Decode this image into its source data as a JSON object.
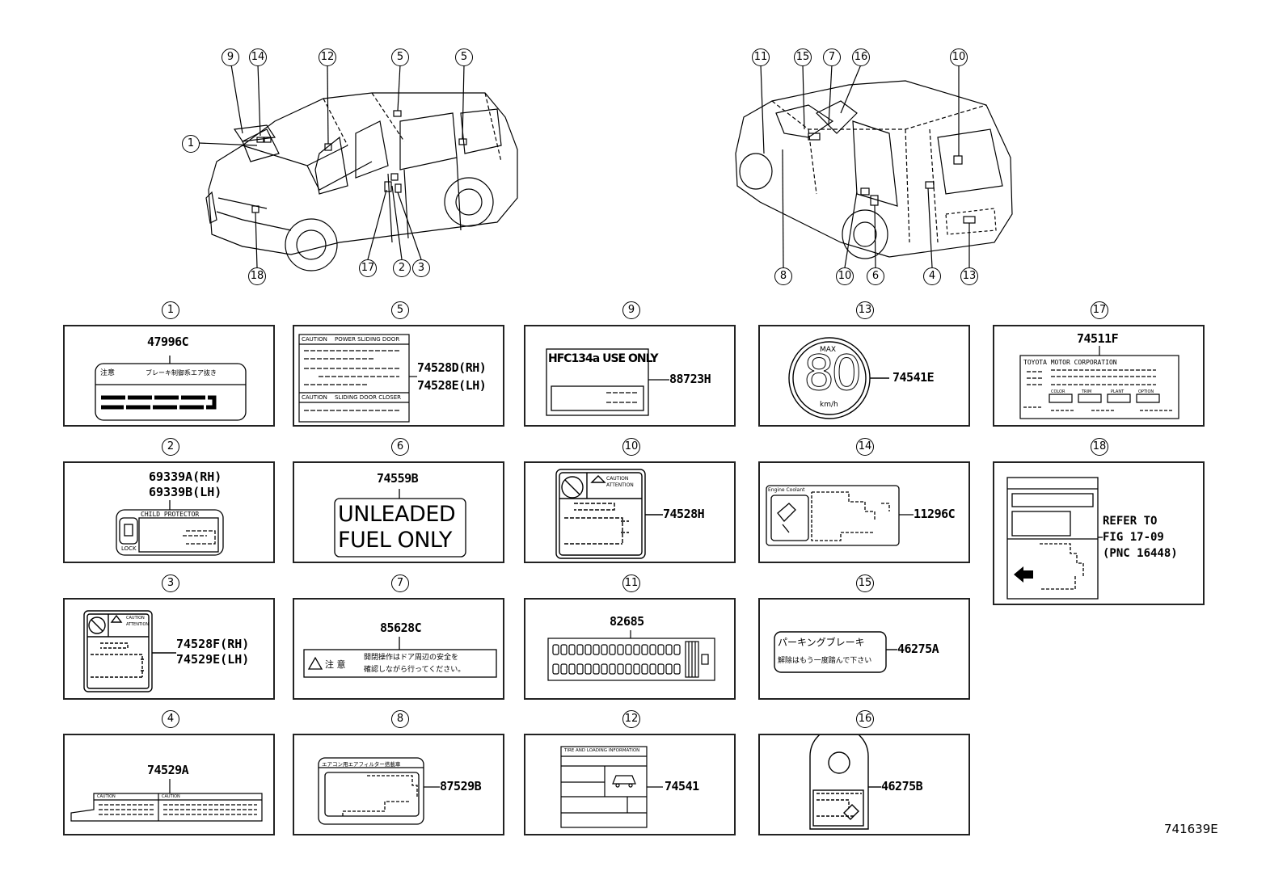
{
  "figure_number": "741639E",
  "van_callouts_left": [
    "9",
    "14",
    "12",
    "5",
    "5",
    "1",
    "18",
    "17",
    "2",
    "3"
  ],
  "van_callouts_right": [
    "11",
    "15",
    "7",
    "16",
    "10",
    "8",
    "10",
    "6",
    "4",
    "13"
  ],
  "panels": [
    {
      "num": "1",
      "parts": [
        "47996C"
      ],
      "texts": [
        "注意",
        "ブレーキ制御系エア抜き"
      ]
    },
    {
      "num": "5",
      "parts": [
        "74528D(RH)",
        "74528E(LH)"
      ],
      "texts": [
        "CAUTION",
        "POWER SLIDING DOOR",
        "CAUTION",
        "SLIDING DOOR CLOSER"
      ]
    },
    {
      "num": "9",
      "parts": [
        "88723H"
      ],
      "texts": [
        "HFC134a USE ONLY"
      ]
    },
    {
      "num": "13",
      "parts": [
        "74541E"
      ],
      "texts": [
        "MAX",
        "80",
        "km/h"
      ]
    },
    {
      "num": "17",
      "parts": [
        "74511F"
      ],
      "texts": [
        "TOYOTA MOTOR CORPORATION",
        "COLOR",
        "TRIM",
        "PLANT",
        "OPTION"
      ]
    },
    {
      "num": "2",
      "parts": [
        "69339A(RH)",
        "69339B(LH)"
      ],
      "texts": [
        "CHILD PROTECTOR",
        "LOCK"
      ]
    },
    {
      "num": "6",
      "parts": [
        "74559B"
      ],
      "texts": [
        "UNLEADED",
        "FUEL ONLY"
      ]
    },
    {
      "num": "10",
      "parts": [
        "74528H"
      ],
      "texts": [
        "CAUTION",
        "ATTENTION"
      ]
    },
    {
      "num": "14",
      "parts": [
        "11296C"
      ],
      "texts": [
        "Engine Coolant"
      ]
    },
    {
      "num": "18",
      "parts": [],
      "texts": [
        "REFER TO",
        "FIG 17-09",
        "(PNC 16448)"
      ]
    },
    {
      "num": "3",
      "parts": [
        "74528F(RH)",
        "74529E(LH)"
      ],
      "texts": [
        "CAUTION",
        "ATTENTION"
      ]
    },
    {
      "num": "7",
      "parts": [
        "85628C"
      ],
      "texts": [
        "注 意",
        "開閉操作はドア周辺の安全を",
        "確認しながら行ってください。"
      ]
    },
    {
      "num": "11",
      "parts": [
        "82685"
      ],
      "texts": []
    },
    {
      "num": "15",
      "parts": [
        "46275A"
      ],
      "texts": [
        "パーキングブレーキ",
        "解除はもう一度踏んで下さい"
      ]
    },
    {
      "num": "4",
      "parts": [
        "74529A"
      ],
      "texts": [
        "CAUTION",
        "CAUTION"
      ]
    },
    {
      "num": "8",
      "parts": [
        "87529B"
      ],
      "texts": [
        "エアコン用エアフィルター搭載車"
      ]
    },
    {
      "num": "12",
      "parts": [
        "74541"
      ],
      "texts": [
        "TIRE AND LOADING INFORMATION"
      ]
    },
    {
      "num": "16",
      "parts": [
        "46275B"
      ],
      "texts": []
    }
  ]
}
